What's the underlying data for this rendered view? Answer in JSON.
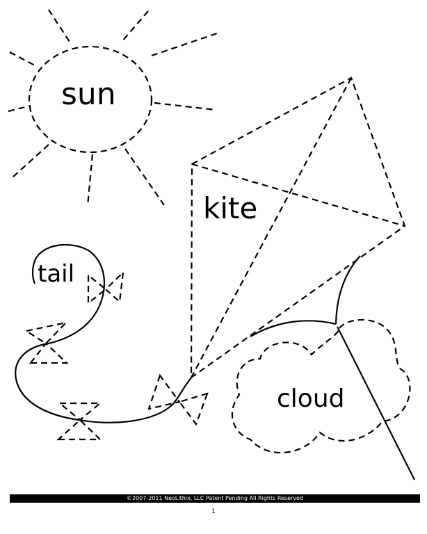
{
  "labels": {
    "sun": "sun",
    "kite": "kite",
    "tail": "tail",
    "cloud": "cloud"
  },
  "footer": {
    "copyright": "©2007-2011 NeoLithix, LLC  Patent Pending  All Rights Reserved",
    "page_number": "1"
  },
  "colors": {
    "ink": "#000000",
    "paper": "#ffffff",
    "footer_bar": "#000000",
    "footer_text": "#ffffff"
  }
}
